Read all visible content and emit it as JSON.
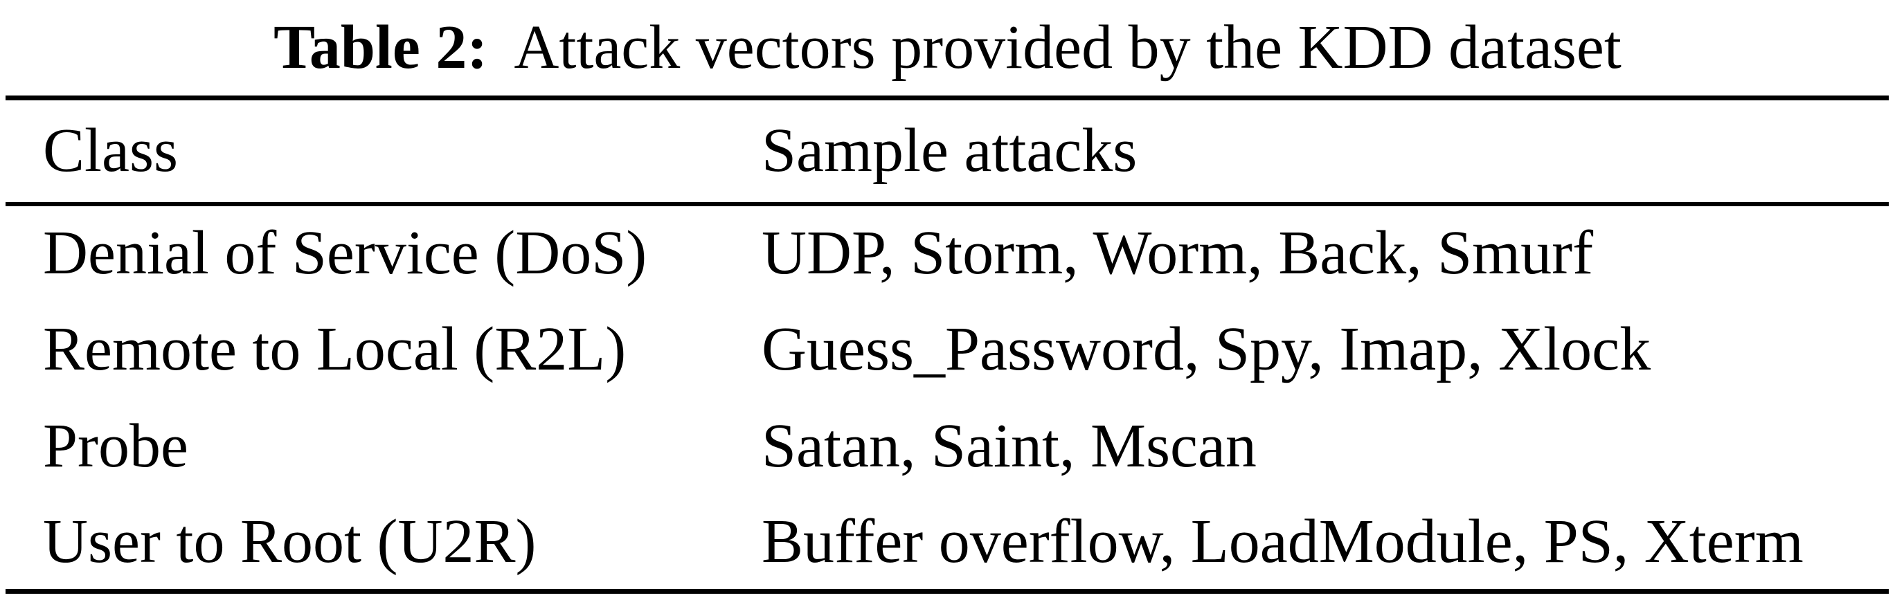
{
  "caption": {
    "label": "Table 2:",
    "text": "Attack vectors provided by the KDD dataset"
  },
  "table": {
    "columns": [
      "Class",
      "Sample attacks"
    ],
    "rows": [
      {
        "class": "Denial of Service (DoS)",
        "attacks": "UDP, Storm, Worm, Back, Smurf"
      },
      {
        "class": "Remote to Local (R2L)",
        "attacks": "Guess_Password, Spy, Imap, Xlock"
      },
      {
        "class": "Probe",
        "attacks": "Satan, Saint, Mscan"
      },
      {
        "class": "User to Root (U2R)",
        "attacks": "Buffer overflow, LoadModule, PS, Xterm"
      }
    ]
  },
  "colors": {
    "background": "#ffffff",
    "text": "#000000",
    "rule": "#000000"
  }
}
